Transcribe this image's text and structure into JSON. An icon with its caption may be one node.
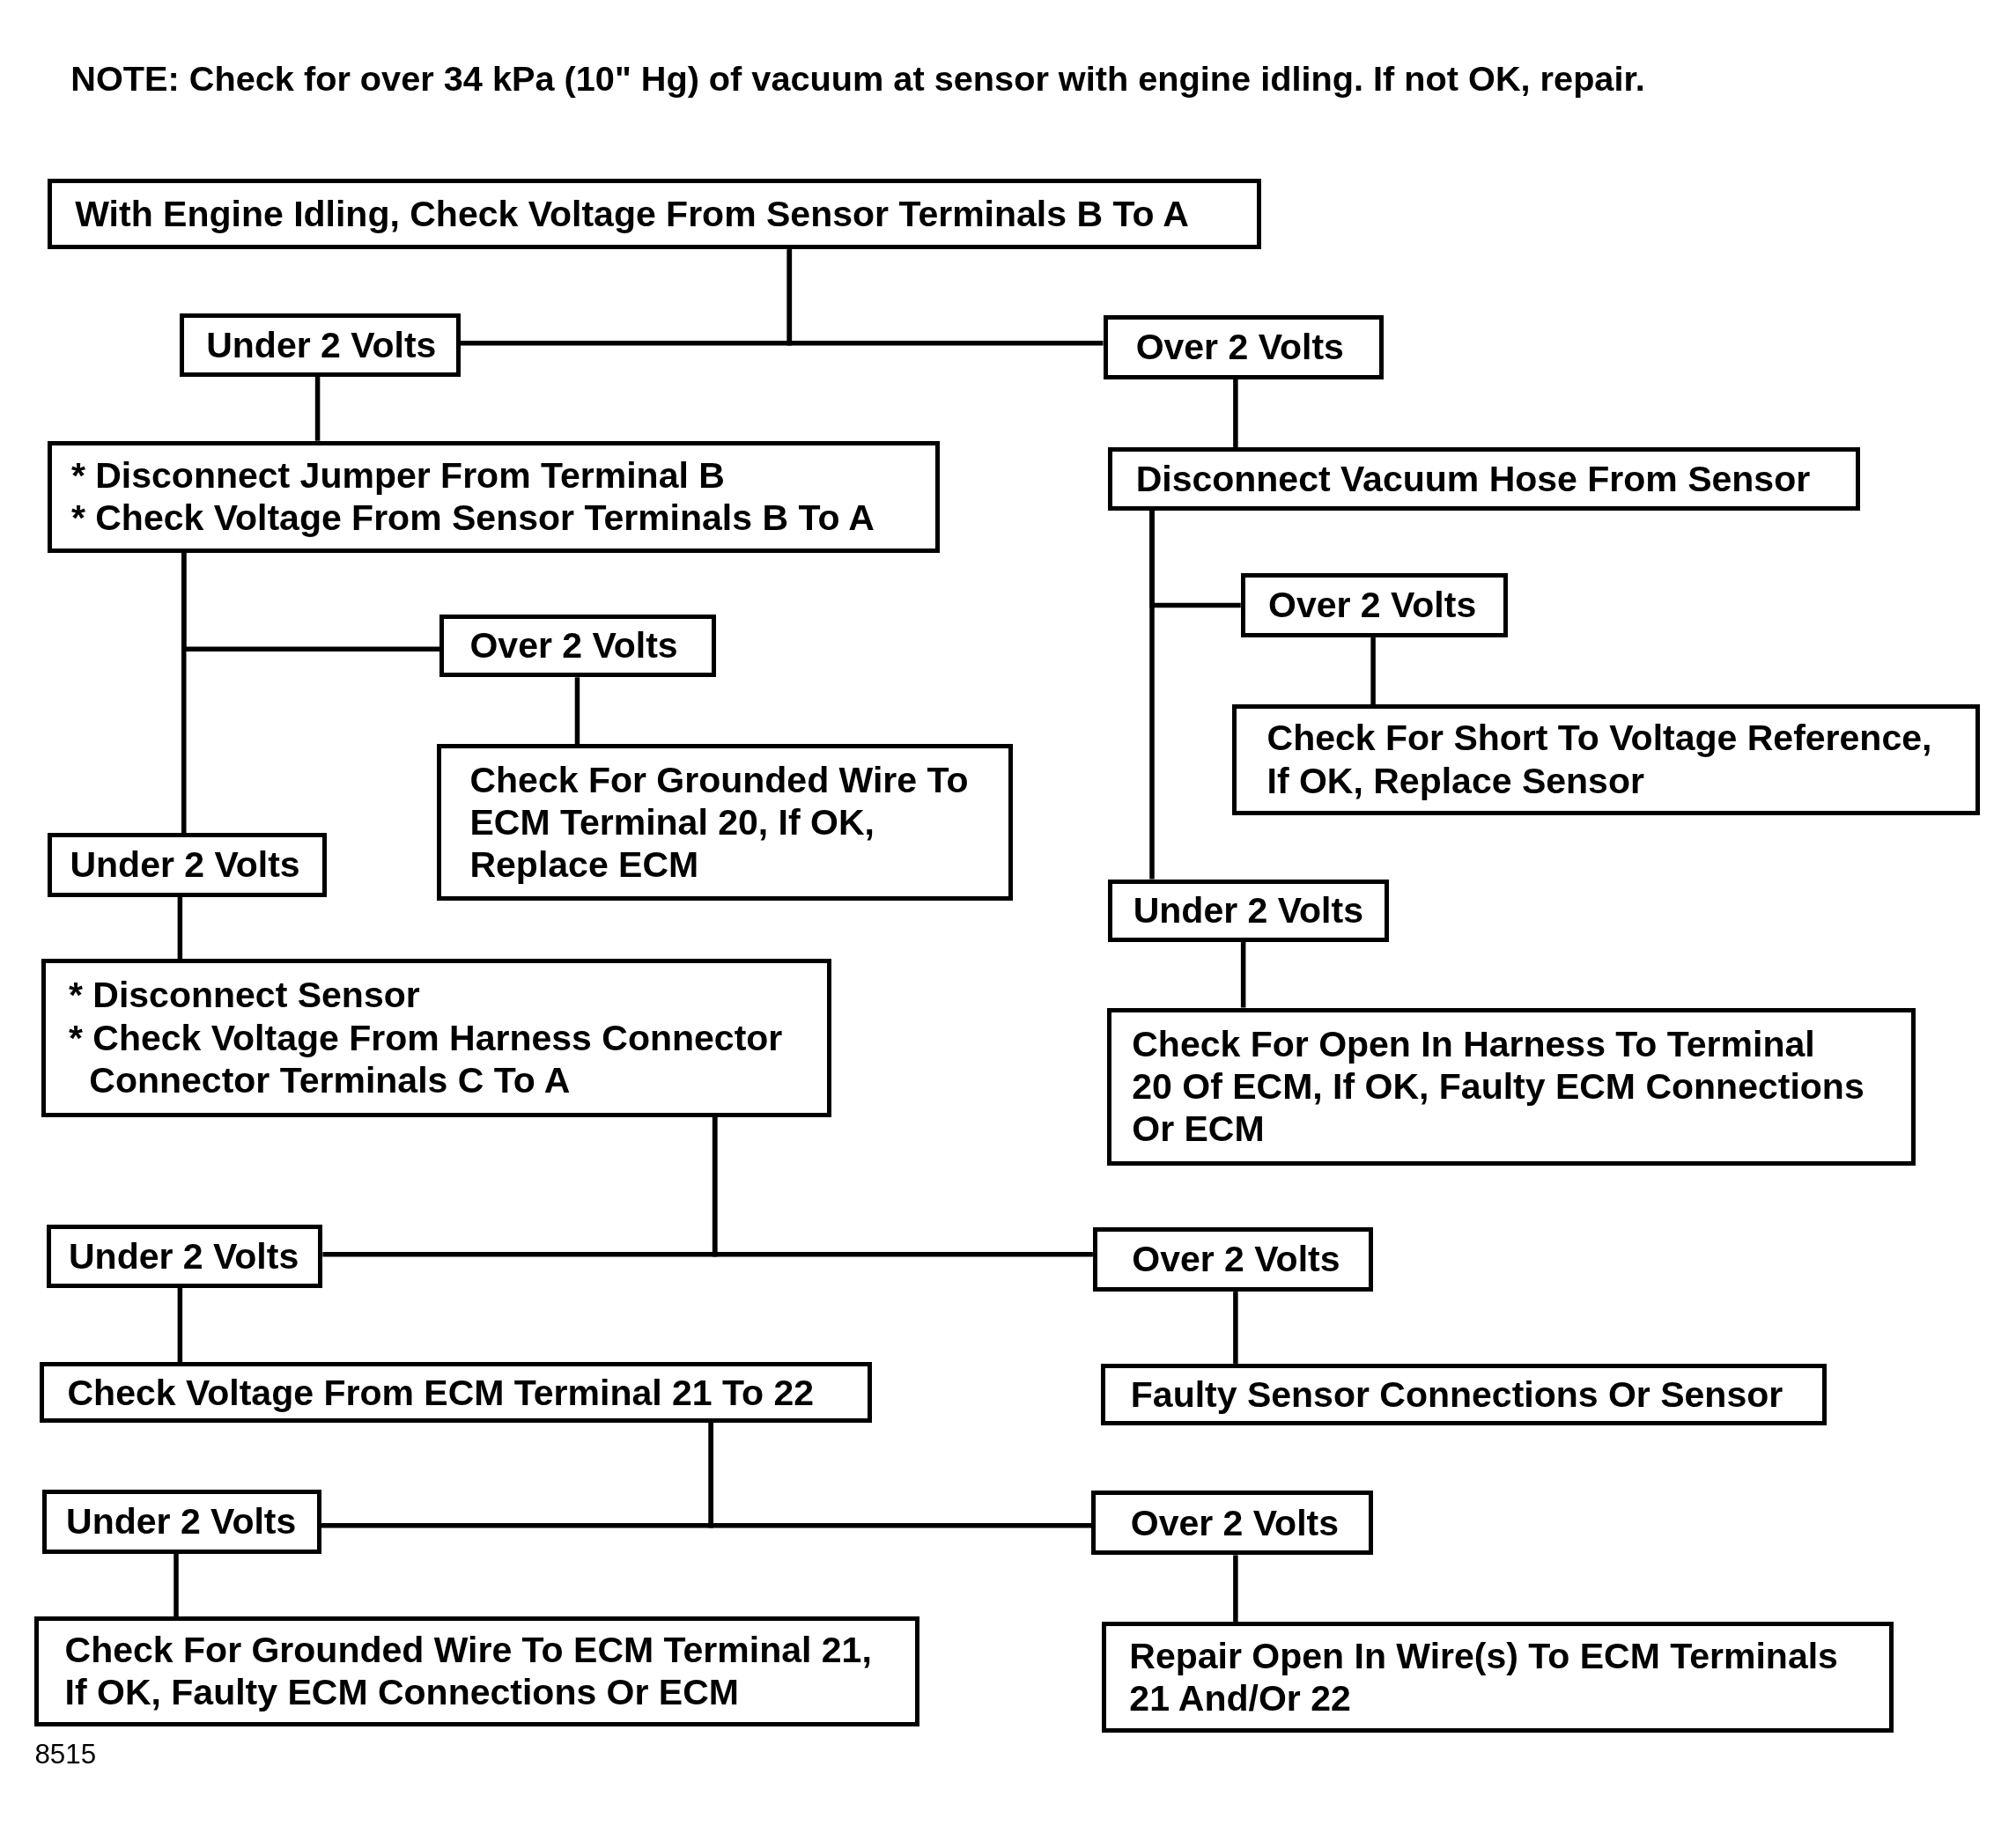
{
  "diagram": {
    "nodes": [
      {
        "text": [
          "With Engine Idling, Check Voltage From Sensor Terminals B To A"
        ]
      },
      {
        "text": [
          "Under 2 Volts"
        ]
      },
      {
        "text": [
          "Over 2 Volts"
        ]
      },
      {
        "text": [
          "* Disconnect Jumper From Terminal B",
          "* Check Voltage From Sensor Terminals B To A"
        ]
      },
      {
        "text": [
          "Disconnect Vacuum Hose From Sensor"
        ]
      },
      {
        "text": [
          "Over 2 Volts"
        ]
      },
      {
        "text": [
          "Over 2 Volts"
        ]
      },
      {
        "text": [
          "Check For Short To Voltage Reference, If OK, Replace Sensor"
        ]
      },
      {
        "text": [
          "Check For Grounded Wire To ECM Terminal 20, If OK, Replace ECM"
        ]
      },
      {
        "text": [
          "Under 2 Volts"
        ]
      },
      {
        "text": [
          "Under 2 Volts"
        ]
      },
      {
        "text": [
          "* Disconnect Sensor",
          "* Check Voltage From Harness Connector Connector Terminals C To A"
        ]
      },
      {
        "text": [
          "Check For Open In Harness To Terminal 20 Of ECM, If OK, Faulty ECM Connections Or ECM"
        ]
      },
      {
        "text": [
          "Under 2 Volts"
        ]
      },
      {
        "text": [
          "Over 2 Volts"
        ]
      },
      {
        "text": [
          "Check Voltage From ECM Terminal 21 To 22"
        ]
      },
      {
        "text": [
          "Faulty Sensor Connections Or Sensor"
        ]
      },
      {
        "text": [
          "Under 2 Volts"
        ]
      },
      {
        "text": [
          "Over 2 Volts"
        ]
      },
      {
        "text": [
          "Check For Grounded Wire To ECM Terminal 21, If OK, Faulty ECM Connections Or ECM"
        ]
      },
      {
        "text": [
          "Repair Open In Wire(s) To ECM Terminals 21 And/Or 22"
        ]
      }
    ],
    "edges": [
      {
        "from": 0,
        "to": 1,
        "arrow": "none"
      },
      {
        "from": 0,
        "to": 2,
        "arrow": "none"
      },
      {
        "from": 1,
        "to": 3,
        "arrow": "none"
      },
      {
        "from": 2,
        "to": 4,
        "arrow": "none"
      },
      {
        "from": 3,
        "to": 6,
        "arrow": "none"
      },
      {
        "from": 3,
        "to": 9,
        "arrow": "none"
      },
      {
        "from": 4,
        "to": 5,
        "arrow": "none"
      },
      {
        "from": 4,
        "to": 10,
        "arrow": "none"
      },
      {
        "from": 5,
        "to": 7,
        "arrow": "none"
      },
      {
        "from": 6,
        "to": 8,
        "arrow": "none"
      },
      {
        "from": 9,
        "to": 11,
        "arrow": "none"
      },
      {
        "from": 10,
        "to": 12,
        "arrow": "none"
      },
      {
        "from": 11,
        "to": 13,
        "arrow": "none"
      },
      {
        "from": 11,
        "to": 14,
        "arrow": "none"
      },
      {
        "from": 13,
        "to": 15,
        "arrow": "none"
      },
      {
        "from": 14,
        "to": 16,
        "arrow": "none"
      },
      {
        "from": 15,
        "to": 17,
        "arrow": "none"
      },
      {
        "from": 15,
        "to": 18,
        "arrow": "none"
      },
      {
        "from": 17,
        "to": 19,
        "arrow": "none"
      },
      {
        "from": 18,
        "to": 20,
        "arrow": "none"
      }
    ],
    "labels": [
      "NOTE: Check for over 34 kPa (10\" Hg) of vacuum at sensor with engine idling. If not OK, repair.",
      "8515"
    ]
  }
}
